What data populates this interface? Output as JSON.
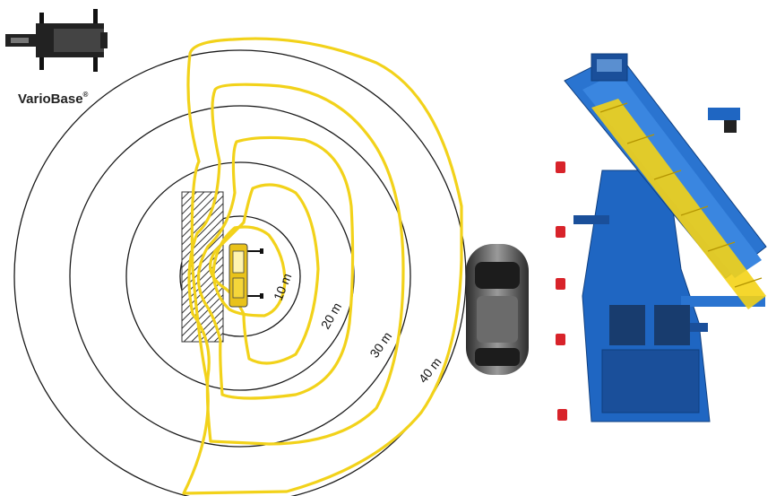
{
  "brand": {
    "name": "VarioBase",
    "mark": "®"
  },
  "rings": [
    {
      "label": "10 m"
    },
    {
      "label": "20 m"
    },
    {
      "label": "30 m"
    },
    {
      "label": "40 m"
    }
  ],
  "colors": {
    "ring": "#1a1a1a",
    "load_curve": "#f2d21a",
    "crane_blue": "#1f66c2",
    "boom_yellow": "#f4d316",
    "obstacle_hatch": "#333333",
    "marker_red": "#d8232a",
    "car_body": "#5a5a5a"
  },
  "icons": {
    "outrigger": "crane-outrigger-icon",
    "crane": "crane-icon",
    "car": "car-icon",
    "obstacle": "hatched-obstacle",
    "marker": "warning-marker-icon"
  }
}
